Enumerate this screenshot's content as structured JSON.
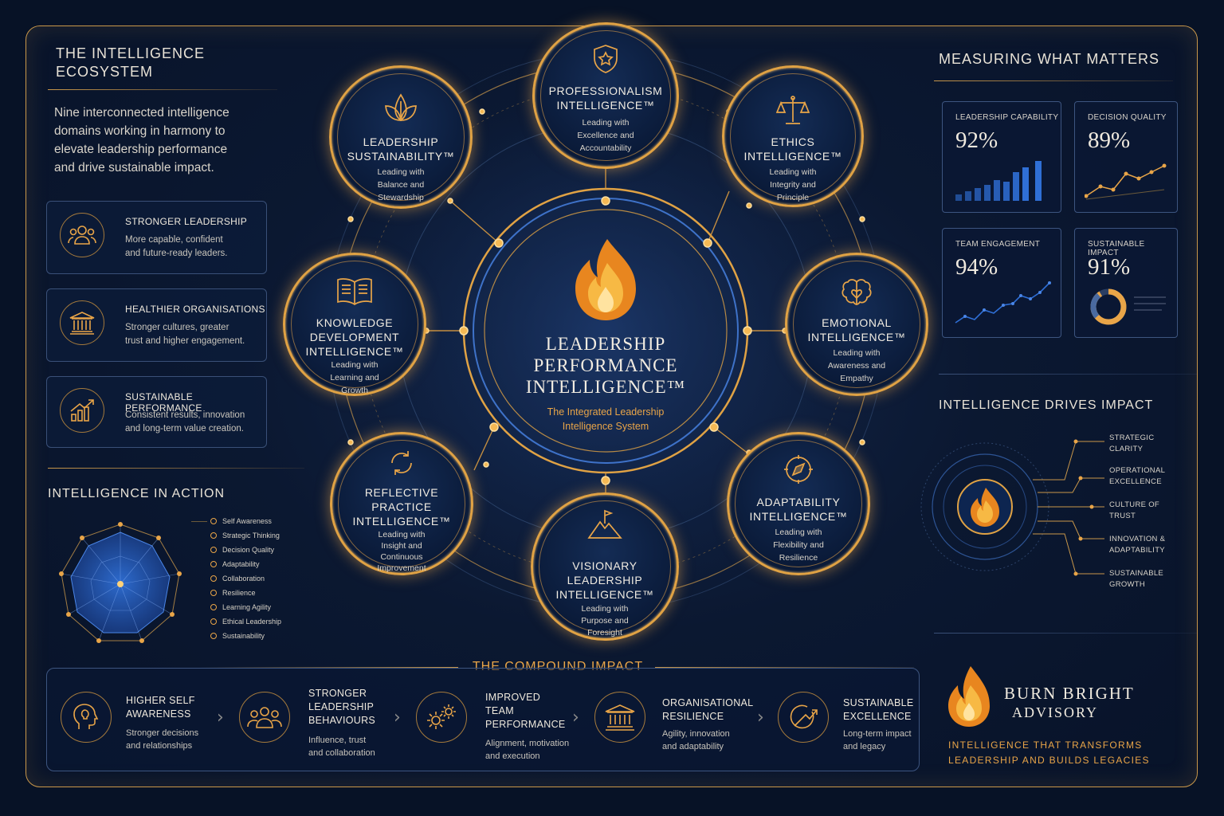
{
  "left": {
    "ecosystem_title_1": "THE INTELLIGENCE",
    "ecosystem_title_2": "ECOSYSTEM",
    "intro": [
      "Nine interconnected intelligence",
      "domains working in harmony to",
      "elevate leadership performance",
      "and drive sustainable impact."
    ],
    "benefits": [
      {
        "title": "STRONGER LEADERSHIP",
        "line1": "More capable, confident",
        "line2": "and future-ready leaders.",
        "icon": "people-icon"
      },
      {
        "title": "HEALTHIER ORGANISATIONS",
        "line1": "Stronger cultures, greater",
        "line2": "trust and higher engagement.",
        "icon": "institution-icon"
      },
      {
        "title": "SUSTAINABLE PERFORMANCE",
        "line1": "Consistent results, innovation",
        "line2": "and long-term value creation.",
        "icon": "growth-chart-icon"
      }
    ],
    "action_title": "INTELLIGENCE IN ACTION",
    "action_items": [
      "Self Awareness",
      "Strategic Thinking",
      "Decision Quality",
      "Adaptability",
      "Collaboration",
      "Resilience",
      "Learning Agility",
      "Ethical Leadership",
      "Sustainability"
    ]
  },
  "center": {
    "title_1": "LEADERSHIP",
    "title_2": "PERFORMANCE",
    "title_3": "INTELLIGENCE™",
    "subtitle_1": "The Integrated Leadership",
    "subtitle_2": "Intelligence System",
    "nodes": [
      {
        "t1": "PROFESSIONALISM",
        "t2": "INTELLIGENCE™",
        "t3": "",
        "s1": "Leading with",
        "s2": "Excellence and",
        "s3": "Accountability",
        "s4": "",
        "icon": "shield-star-icon"
      },
      {
        "t1": "ETHICS",
        "t2": "INTELLIGENCE™",
        "t3": "",
        "s1": "Leading with",
        "s2": "Integrity and",
        "s3": "Principle",
        "s4": "",
        "icon": "scales-icon"
      },
      {
        "t1": "EMOTIONAL",
        "t2": "INTELLIGENCE™",
        "t3": "",
        "s1": "Leading with",
        "s2": "Awareness and",
        "s3": "Empathy",
        "s4": "",
        "icon": "brain-heart-icon"
      },
      {
        "t1": "ADAPTABILITY",
        "t2": "INTELLIGENCE™",
        "t3": "",
        "s1": "Leading with",
        "s2": "Flexibility and",
        "s3": "Resilience",
        "s4": "",
        "icon": "compass-icon"
      },
      {
        "t1": "VISIONARY",
        "t2": "LEADERSHIP",
        "t3": "INTELLIGENCE™",
        "s1": "Leading with",
        "s2": "Purpose and",
        "s3": "Foresight",
        "s4": "",
        "icon": "mountain-flag-icon"
      },
      {
        "t1": "REFLECTIVE",
        "t2": "PRACTICE",
        "t3": "INTELLIGENCE™",
        "s1": "Leading with",
        "s2": "Insight and",
        "s3": "Continuous",
        "s4": "Improvement",
        "icon": "cycle-icon"
      },
      {
        "t1": "KNOWLEDGE",
        "t2": "DEVELOPMENT",
        "t3": "INTELLIGENCE™",
        "s1": "Leading with",
        "s2": "Learning and",
        "s3": "Growth",
        "s4": "",
        "icon": "book-icon"
      },
      {
        "t1": "LEADERSHIP",
        "t2": "SUSTAINABILITY™",
        "t3": "",
        "s1": "Leading with",
        "s2": "Balance and",
        "s3": "Stewardship",
        "s4": "",
        "icon": "leaf-icon"
      }
    ]
  },
  "right": {
    "measure_title": "MEASURING WHAT MATTERS",
    "kpis": [
      {
        "label": "LEADERSHIP CAPABILITY",
        "value": "92%"
      },
      {
        "label": "DECISION QUALITY",
        "value": "89%"
      },
      {
        "label": "TEAM ENGAGEMENT",
        "value": "94%"
      },
      {
        "label": "SUSTAINABLE IMPACT",
        "value": "91%"
      }
    ],
    "drives_title": "INTELLIGENCE DRIVES IMPACT",
    "impacts": [
      {
        "l1": "STRATEGIC",
        "l2": "CLARITY"
      },
      {
        "l1": "OPERATIONAL",
        "l2": "EXCELLENCE"
      },
      {
        "l1": "CULTURE OF",
        "l2": "TRUST"
      },
      {
        "l1": "INNOVATION &",
        "l2": "ADAPTABILITY"
      },
      {
        "l1": "SUSTAINABLE",
        "l2": "GROWTH"
      }
    ]
  },
  "bottom": {
    "compound_title": "THE COMPOUND IMPACT",
    "steps": [
      {
        "t1": "HIGHER SELF",
        "t2": "AWARENESS",
        "t3": "",
        "s1": "Stronger decisions",
        "s2": "and relationships",
        "icon": "head-bulb-icon"
      },
      {
        "t1": "STRONGER",
        "t2": "LEADERSHIP",
        "t3": "BEHAVIOURS",
        "s1": "Influence, trust",
        "s2": "and collaboration",
        "icon": "team-icon"
      },
      {
        "t1": "IMPROVED",
        "t2": "TEAM",
        "t3": "PERFORMANCE",
        "s1": "Alignment, motivation",
        "s2": "and execution",
        "icon": "gears-icon"
      },
      {
        "t1": "ORGANISATIONAL",
        "t2": "RESILIENCE",
        "t3": "",
        "s1": "Agility, innovation",
        "s2": "and adaptability",
        "icon": "building-icon"
      },
      {
        "t1": "SUSTAINABLE",
        "t2": "EXCELLENCE",
        "t3": "",
        "s1": "Long-term impact",
        "s2": "and legacy",
        "icon": "target-arrow-icon"
      }
    ],
    "brand_1": "BURN BRIGHT",
    "brand_2": "ADVISORY",
    "tagline_1": "INTELLIGENCE THAT TRANSFORMS",
    "tagline_2": "LEADERSHIP AND BUILDS LEGACIES"
  },
  "colors": {
    "gold": "#e9a548",
    "navy": "#071226",
    "blue": "#2f6fd6"
  }
}
